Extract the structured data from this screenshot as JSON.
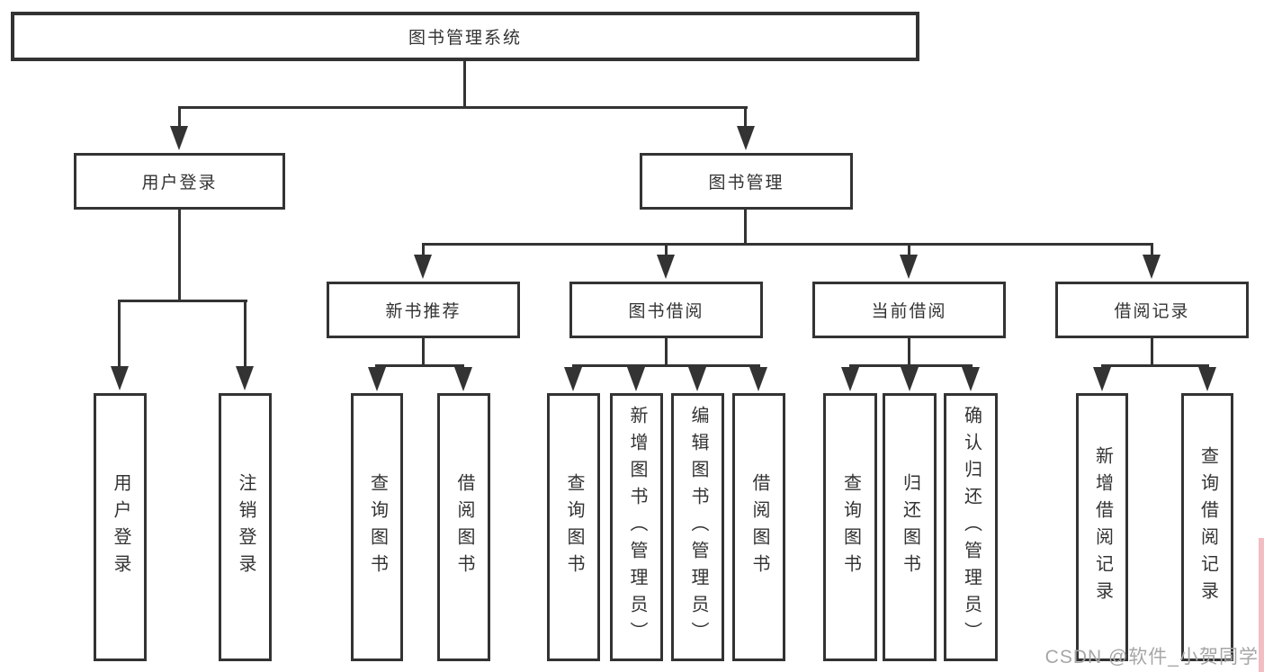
{
  "diagram_title": "图书管理系统",
  "nodes": {
    "root": "图书管理系统",
    "level2": {
      "user_login": "用户登录",
      "book_mgmt": "图书管理"
    },
    "level3": {
      "new_book_rec": "新书推荐",
      "book_borrow": "图书借阅",
      "current_borrow": "当前借阅",
      "borrow_record": "借阅记录"
    },
    "leaves": {
      "user_login": "用户登录",
      "logout": "注销登录",
      "rec_query_book": "查询图书",
      "rec_borrow_book": "借阅图书",
      "bb_query_book": "查询图书",
      "bb_add_book": "新增图书（管理员）",
      "bb_edit_book": "编辑图书（管理员）",
      "bb_borrow_book": "借阅图书",
      "cb_query_book": "查询图书",
      "cb_return_book": "归还图书",
      "cb_confirm_return": "确认归还（管理员）",
      "br_add_record": "新增借阅记录",
      "br_query_record": "查询借阅记录"
    }
  },
  "watermark": "CSDN @软件_小贺同学",
  "colors": {
    "line": "#333333",
    "box_background": "#ffffff",
    "watermark_text": "#a6a6a6",
    "edge_strip": "#f2bdc3"
  }
}
